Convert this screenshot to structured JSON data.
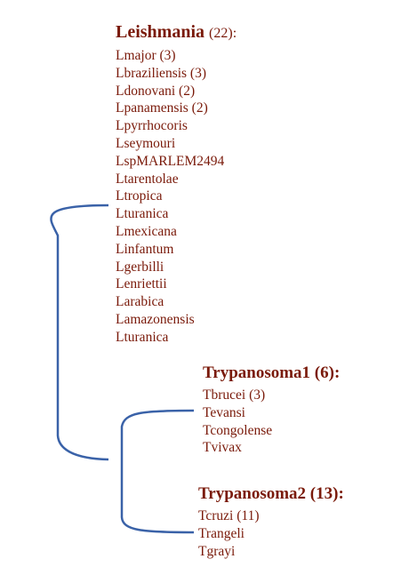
{
  "groups": [
    {
      "name": "Leishmania",
      "count": "(22):",
      "species": [
        "Lmajor (3)",
        "Lbraziliensis (3)",
        "Ldonovani (2)",
        "Lpanamensis (2)",
        "Lpyrrhocoris",
        "Lseymouri",
        "LspMARLEM2494",
        "Ltarentolae",
        "Ltropica",
        "Lturanica",
        "Lmexicana",
        "Linfantum",
        "Lgerbilli",
        "Lenriettii",
        "Larabica",
        "Lamazonensis",
        "Lturanica"
      ]
    },
    {
      "name": "Trypanosoma1 (6):",
      "count": "",
      "species": [
        "Tbrucei (3)",
        "Tevansi",
        "Tcongolense",
        "Tvivax"
      ]
    },
    {
      "name": "Trypanosoma2 (13):",
      "count": "",
      "species": [
        "Tcruzi (11)",
        "Trangeli",
        "Tgrayi"
      ]
    }
  ],
  "colors": {
    "label": "#7a1a0a",
    "tree": "#3a62a8"
  }
}
